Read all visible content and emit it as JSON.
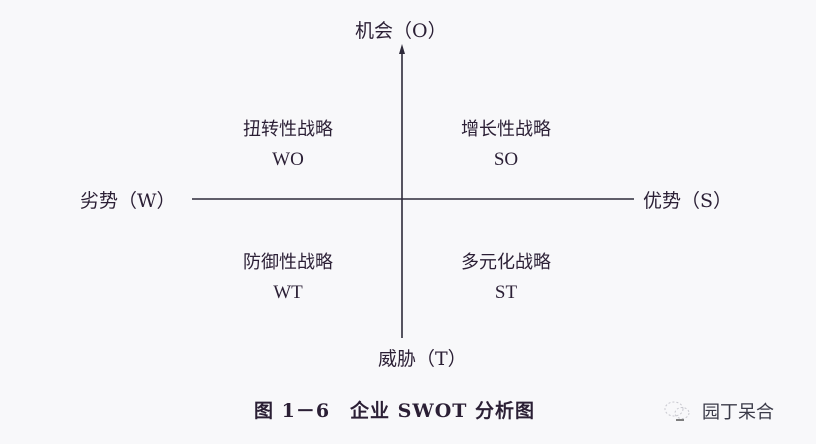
{
  "diagram": {
    "axes": {
      "top": "机会（O）",
      "bottom": "威胁（T）",
      "left": "劣势（W）",
      "right": "优势（S）"
    },
    "quadrants": [
      {
        "position": "top-left",
        "name": "扭转性战略",
        "code": "WO"
      },
      {
        "position": "top-right",
        "name": "增长性战略",
        "code": "SO"
      },
      {
        "position": "bottom-left",
        "name": "防御性战略",
        "code": "WT"
      },
      {
        "position": "bottom-right",
        "name": "多元化战略",
        "code": "ST"
      }
    ],
    "caption": "图 1－6　企业 SWOT 分析图",
    "watermark": {
      "icon": "wechat-icon",
      "text": "园丁呆合"
    },
    "colors": {
      "background": "#f8f8fa",
      "text": "#2b1f35",
      "lines": "#2e2a3a"
    }
  }
}
